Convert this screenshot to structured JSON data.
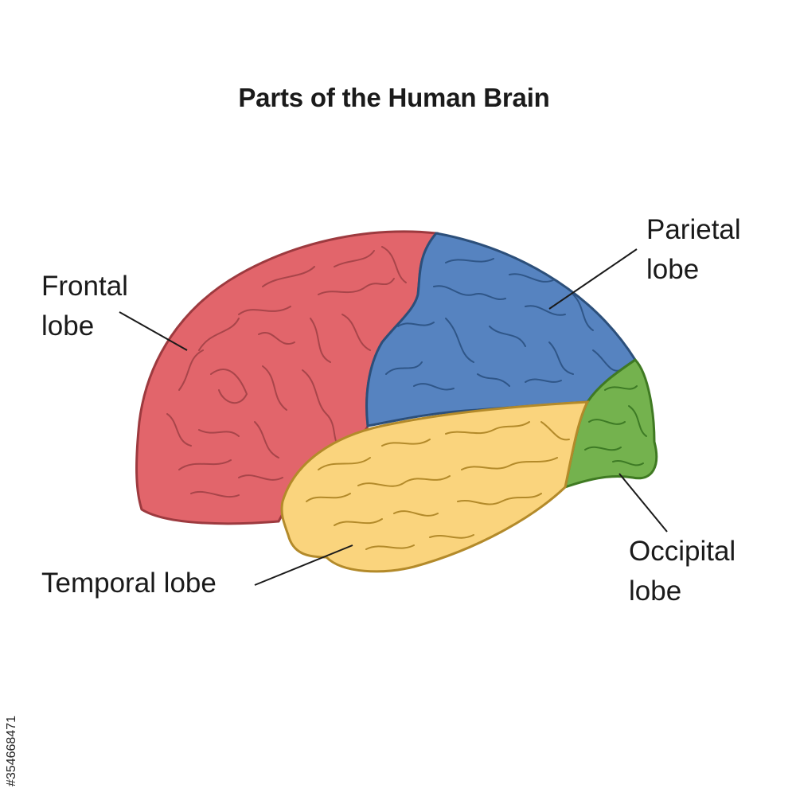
{
  "title": "Parts of the Human Brain",
  "lobes": {
    "frontal": {
      "line1": "Frontal",
      "line2": "lobe",
      "fill": "#e2656b",
      "stroke": "#9d3a3f"
    },
    "parietal": {
      "line1": "Parietal",
      "line2": "lobe",
      "fill": "#5683c0",
      "stroke": "#2c4f7a"
    },
    "temporal": {
      "text": "Temporal lobe",
      "fill": "#fad47d",
      "stroke": "#b38a2a"
    },
    "occipital": {
      "line1": "Occipital",
      "line2": "lobe",
      "fill": "#74b24e",
      "stroke": "#3f7a22"
    }
  },
  "side_credit": "#354668471"
}
